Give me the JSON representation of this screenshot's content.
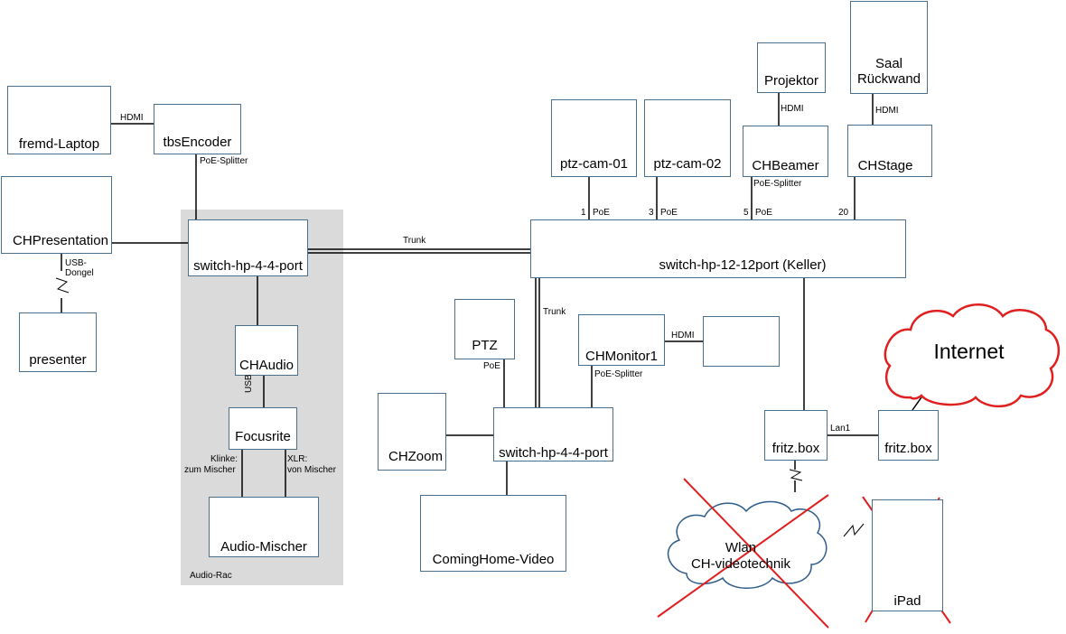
{
  "colors": {
    "device_blue": "#2f5d8a",
    "cloud_red": "#e02020",
    "cross_red": "#e02020",
    "rack_gray": "#dadada",
    "line": "#000000"
  },
  "nodes": {
    "fremd_laptop": "fremd-Laptop",
    "tbs_encoder": "tbsEncoder",
    "chpresentation": "CHPresentation",
    "presenter": "presenter",
    "switch_left": "switch-hp-4-4-port",
    "chaudio": "CHAudio",
    "focusrite": "Focusrite",
    "audio_mischer": "Audio-Mischer",
    "audio_rack": "Audio-Rac",
    "ptz_cam_01": "ptz-cam-01",
    "ptz_cam_02": "ptz-cam-02",
    "projektor": "Projektor",
    "chbeamer": "CHBeamer",
    "saal_line1": "Saal",
    "saal_line2": "Rückwand",
    "chstage": "CHStage",
    "switch_main": "switch-hp-12-12port (Keller)",
    "ptz": "PTZ",
    "chmonitor1": "CHMonitor1",
    "chzoom": "CHZoom",
    "switch_mid": "switch-hp-4-4-port",
    "cominghome": "ComingHome-Video",
    "fritz_left": "fritz.box",
    "fritz_right": "fritz.box",
    "internet": "Internet",
    "wlan_line1": "Wlan",
    "wlan_line2": "CH-videotechnik",
    "ipad": "iPad"
  },
  "edge_labels": {
    "hdmi_laptop": "HDMI",
    "poe_splitter_tbs": "PoE-Splitter",
    "usb_dongel_1": "USB-",
    "usb_dongel_2": "Dongel",
    "trunk_h": "Trunk",
    "trunk_v": "Trunk",
    "usb_focusrite": "USB",
    "klinke_1": "Klinke:",
    "klinke_2": "zum Mischer",
    "xlr_1": "XLR:",
    "xlr_2": "von Mischer",
    "port1": "1",
    "port1_poe": "PoE",
    "port3": "3",
    "port3_poe": "PoE",
    "port5": "5",
    "port5_poe": "PoE",
    "port20": "20",
    "hdmi_projektor": "HDMI",
    "hdmi_saal": "HDMI",
    "poe_splitter_beamer": "PoE-Splitter",
    "poe_ptz": "PoE",
    "hdmi_monitor": "HDMI",
    "poe_splitter_monitor": "PoE-Splitter",
    "lan1": "Lan1"
  }
}
